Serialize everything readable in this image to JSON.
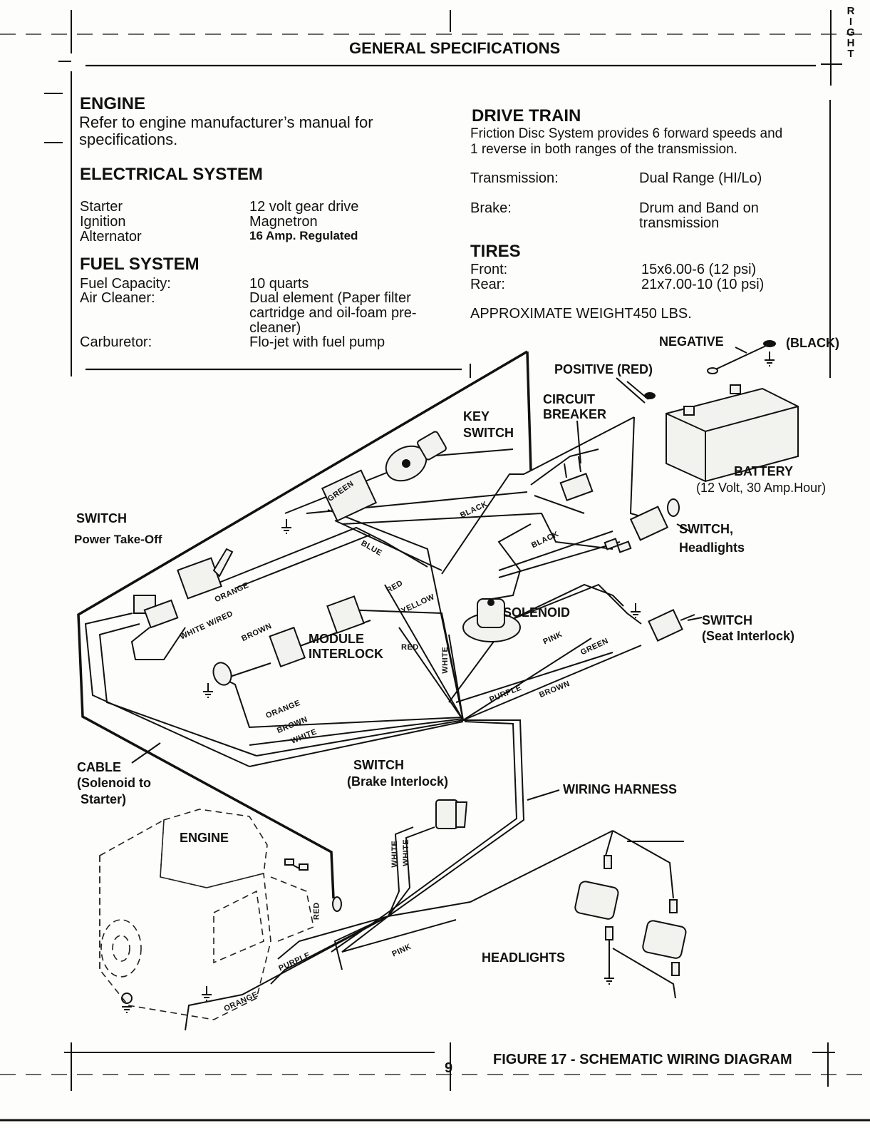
{
  "header": {
    "title": "GENERAL SPECIFICATIONS",
    "side_tab": [
      "R",
      "I",
      "G",
      "H",
      "T"
    ]
  },
  "engine": {
    "heading": "ENGINE",
    "text_line1": "Refer to engine manufacturer’s manual for",
    "text_line2": "specifications."
  },
  "electrical": {
    "heading": "ELECTRICAL SYSTEM",
    "rows": [
      {
        "label": "Starter",
        "value": "12 volt gear drive"
      },
      {
        "label": "Ignition",
        "value": "Magnetron"
      },
      {
        "label": "Alternator",
        "value": "16 Amp. Regulated"
      }
    ]
  },
  "fuel": {
    "heading": "FUEL SYSTEM",
    "capacity_label": "Fuel Capacity:",
    "capacity_value": "10 quarts",
    "cleaner_label": "Air Cleaner:",
    "cleaner_value_l1": "Dual element (Paper filter",
    "cleaner_value_l2": "cartridge and oil-foam pre-",
    "cleaner_value_l3": "cleaner)",
    "carb_label": "Carburetor:",
    "carb_value": "Flo-jet with fuel pump"
  },
  "drive": {
    "heading": "DRIVE TRAIN",
    "text_line1": "Friction Disc System provides 6 forward speeds and",
    "text_line2": "1 reverse in both ranges of the transmission.",
    "trans_label": "Transmission:",
    "trans_value": "Dual Range (HI/Lo)",
    "brake_label": "Brake:",
    "brake_value_l1": "Drum and Band on",
    "brake_value_l2": "transmission"
  },
  "tires": {
    "heading": "TIRES",
    "front_label": "Front:",
    "front_value": "15x6.00-6 (12 psi)",
    "rear_label": "Rear:",
    "rear_value": "21x7.00-10 (10 psi)",
    "weight": "APPROXIMATE WEIGHT450 LBS."
  },
  "diagram": {
    "negative": "NEGATIVE",
    "black_paren": "(BLACK)",
    "positive": "POSITIVE (RED)",
    "circuit": "CIRCUIT",
    "breaker": "BREAKER",
    "key": "KEY",
    "switch_word": "SWITCH",
    "battery": "BATTERY",
    "battery_spec": "(12 Volt, 30 Amp.Hour)",
    "pto_switch": "SWITCH",
    "pto_sub": "Power Take-Off",
    "headlight_switch": "SWITCH,",
    "headlight_sub": "Headlights",
    "solenoid": "SOLENOID",
    "seat_switch": "SWITCH",
    "seat_sub": "(Seat Interlock)",
    "module": "MODULE",
    "interlock": "INTERLOCK",
    "cable": "CABLE",
    "cable_l2": "(Solenoid to",
    "cable_l3": "Starter)",
    "brake_switch": "SWITCH",
    "brake_sub": "(Brake Interlock)",
    "harness": "WIRING HARNESS",
    "engine": "ENGINE",
    "headlights": "HEADLIGHTS",
    "wires": {
      "green": "GREEN",
      "black1": "BLACK",
      "black2": "BLACK",
      "blue": "BLUE",
      "red1": "RED",
      "yellow": "YELLOW",
      "orange1": "ORANGE",
      "white_red": "WHITE  W/RED",
      "brown1": "BROWN",
      "red2": "RED",
      "white1": "WHITE",
      "pink1": "PINK",
      "green2": "GREEN",
      "purple1": "PURPLE",
      "brown2": "BROWN",
      "orange2": "ORANGE",
      "brown3": "BROWN",
      "white2": "WHITE",
      "white3": "WHITE",
      "white4": "WHITE",
      "red3": "RED",
      "purple2": "PURPLE",
      "pink2": "PINK",
      "orange3": "ORANGE"
    }
  },
  "footer": {
    "caption": "FIGURE 17 - SCHEMATIC WIRING DIAGRAM",
    "page_number": "9"
  }
}
